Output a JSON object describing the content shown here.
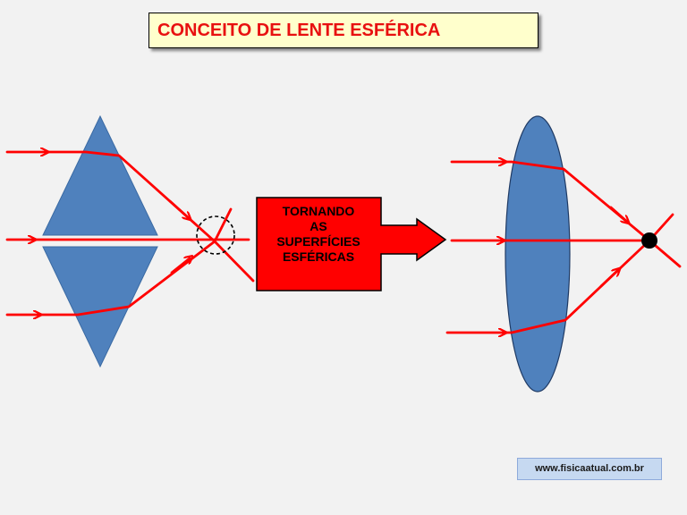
{
  "title": "CONCEITO DE LENTE ESFÉRICA",
  "transition_label": [
    "TORNANDO",
    "AS",
    "SUPERFÍCIES",
    "ESFÉRICAS"
  ],
  "credit": "www.fisicaatual.com.br",
  "colors": {
    "background": "#f2f2f2",
    "title_text": "#e81010",
    "title_box": "#ffffcc",
    "prism_fill": "#4f81bd",
    "lens_fill": "#4f81bd",
    "lens_stroke": "#1f3a64",
    "ray": "#ff0000",
    "transition_box": "#ff0000",
    "focus_point": "#000000",
    "credit_box": "#c6d9f1"
  },
  "icons": {
    "ray_arrow": "arrowhead",
    "focus_point": "filled-circle",
    "scatter_region": "dashed-circle"
  }
}
